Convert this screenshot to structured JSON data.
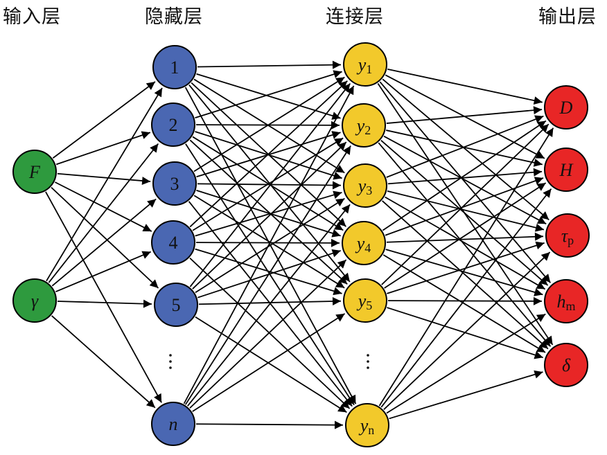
{
  "layer_titles": {
    "input": "输入层",
    "hidden": "隐藏层",
    "connection": "连接层",
    "output": "输出层"
  },
  "colors": {
    "input": "#2e9a3e",
    "hidden": "#4a67b2",
    "connection": "#f2c92b",
    "output": "#e82626",
    "stroke": "#000000"
  },
  "layers": {
    "input": [
      {
        "id": "F",
        "label": "F",
        "italic": true
      },
      {
        "id": "gamma",
        "label": "γ",
        "italic": true
      }
    ],
    "hidden": [
      {
        "id": "h1",
        "label": "1"
      },
      {
        "id": "h2",
        "label": "2"
      },
      {
        "id": "h3",
        "label": "3"
      },
      {
        "id": "h4",
        "label": "4"
      },
      {
        "id": "h5",
        "label": "5"
      },
      {
        "id": "hn",
        "label": "n",
        "italic": true
      }
    ],
    "connection": [
      {
        "id": "y1",
        "label": "y",
        "sub": "1"
      },
      {
        "id": "y2",
        "label": "y",
        "sub": "2"
      },
      {
        "id": "y3",
        "label": "y",
        "sub": "3"
      },
      {
        "id": "y4",
        "label": "y",
        "sub": "4"
      },
      {
        "id": "y5",
        "label": "y",
        "sub": "5"
      },
      {
        "id": "yn",
        "label": "y",
        "sub": "n",
        "sub_italic": true
      }
    ],
    "output": [
      {
        "id": "D",
        "label": "D"
      },
      {
        "id": "H",
        "label": "H"
      },
      {
        "id": "tau_p",
        "label": "τ",
        "sub": "p"
      },
      {
        "id": "h_m",
        "label": "h",
        "sub": "m"
      },
      {
        "id": "delta",
        "label": "δ"
      }
    ]
  },
  "ellipsis": "⋮",
  "connectivity": "fully-connected"
}
